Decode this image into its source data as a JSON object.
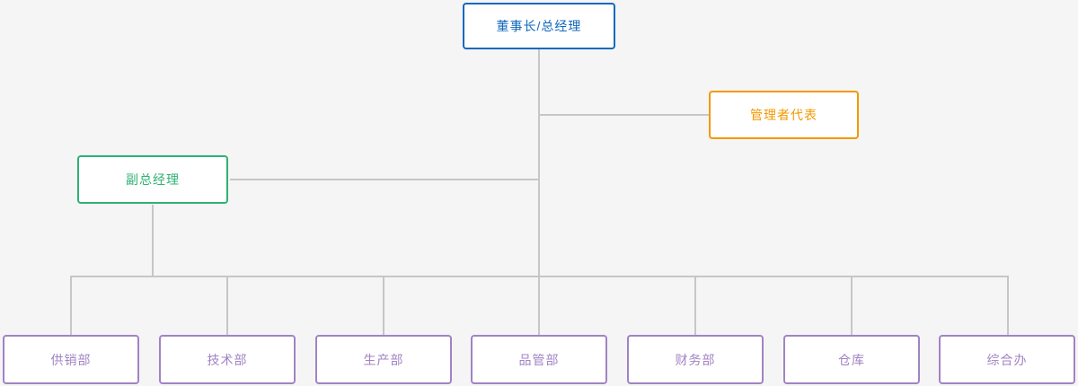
{
  "chart": {
    "type": "org-chart",
    "title": "",
    "background_color": "#f5f5f5",
    "connector_color": "#c6c6c6",
    "nodes": {
      "top": {
        "label": "董事长/总经理",
        "border_color": "#1168bd",
        "text_color": "#1168bd",
        "level": "executive"
      },
      "management_rep": {
        "label": "管理者代表",
        "border_color": "#f49800",
        "text_color": "#f49800",
        "level": "staff"
      },
      "deputy": {
        "label": "副总经理",
        "border_color": "#2eb272",
        "text_color": "#2eb272",
        "level": "deputy"
      }
    },
    "departments": {
      "border_color": "#a183c4",
      "text_color": "#a183c4",
      "items": [
        {
          "label": "供销部"
        },
        {
          "label": "技术部"
        },
        {
          "label": "生产部"
        },
        {
          "label": "品管部"
        },
        {
          "label": "财务部"
        },
        {
          "label": "仓库"
        },
        {
          "label": "综合办"
        }
      ]
    }
  }
}
